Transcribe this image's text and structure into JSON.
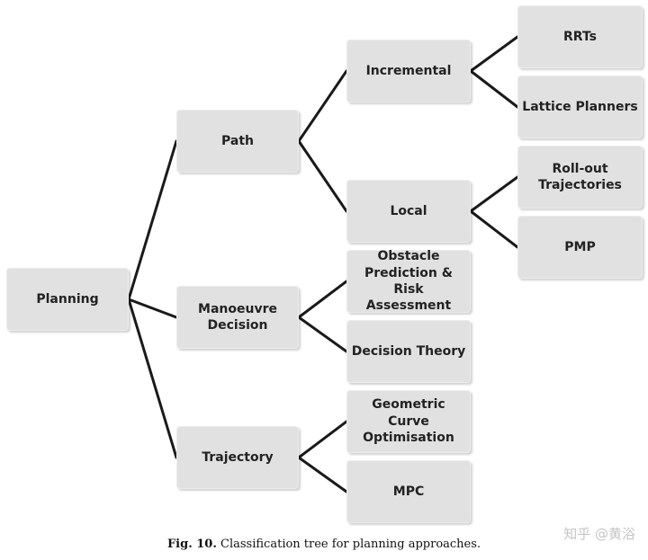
{
  "colors": {
    "node_fill": "#e1e1e1",
    "line": "#1a1a1a"
  },
  "nodes": {
    "planning": "Planning",
    "path": "Path",
    "manoeuvre": "Manoeuvre\nDecision",
    "trajectory": "Trajectory",
    "incremental": "Incremental",
    "local": "Local",
    "obstacle": "Obstacle\nPrediction & Risk\nAssessment",
    "decision_theory": "Decision Theory",
    "geometric": "Geometric Curve\nOptimisation",
    "mpc": "MPC",
    "rrts": "RRTs",
    "lattice": "Lattice Planners",
    "rollout": "Roll-out\nTrajectories",
    "pmp": "PMP"
  },
  "edges": [
    [
      "planning",
      "path"
    ],
    [
      "planning",
      "manoeuvre"
    ],
    [
      "planning",
      "trajectory"
    ],
    [
      "path",
      "incremental"
    ],
    [
      "path",
      "local"
    ],
    [
      "manoeuvre",
      "obstacle"
    ],
    [
      "manoeuvre",
      "decision_theory"
    ],
    [
      "trajectory",
      "geometric"
    ],
    [
      "trajectory",
      "mpc"
    ],
    [
      "incremental",
      "rrts"
    ],
    [
      "incremental",
      "lattice"
    ],
    [
      "local",
      "rollout"
    ],
    [
      "local",
      "pmp"
    ]
  ],
  "caption": {
    "number": "Fig. 10.",
    "text": "Classification tree for planning approaches."
  },
  "watermark": "知乎 @黄浴"
}
